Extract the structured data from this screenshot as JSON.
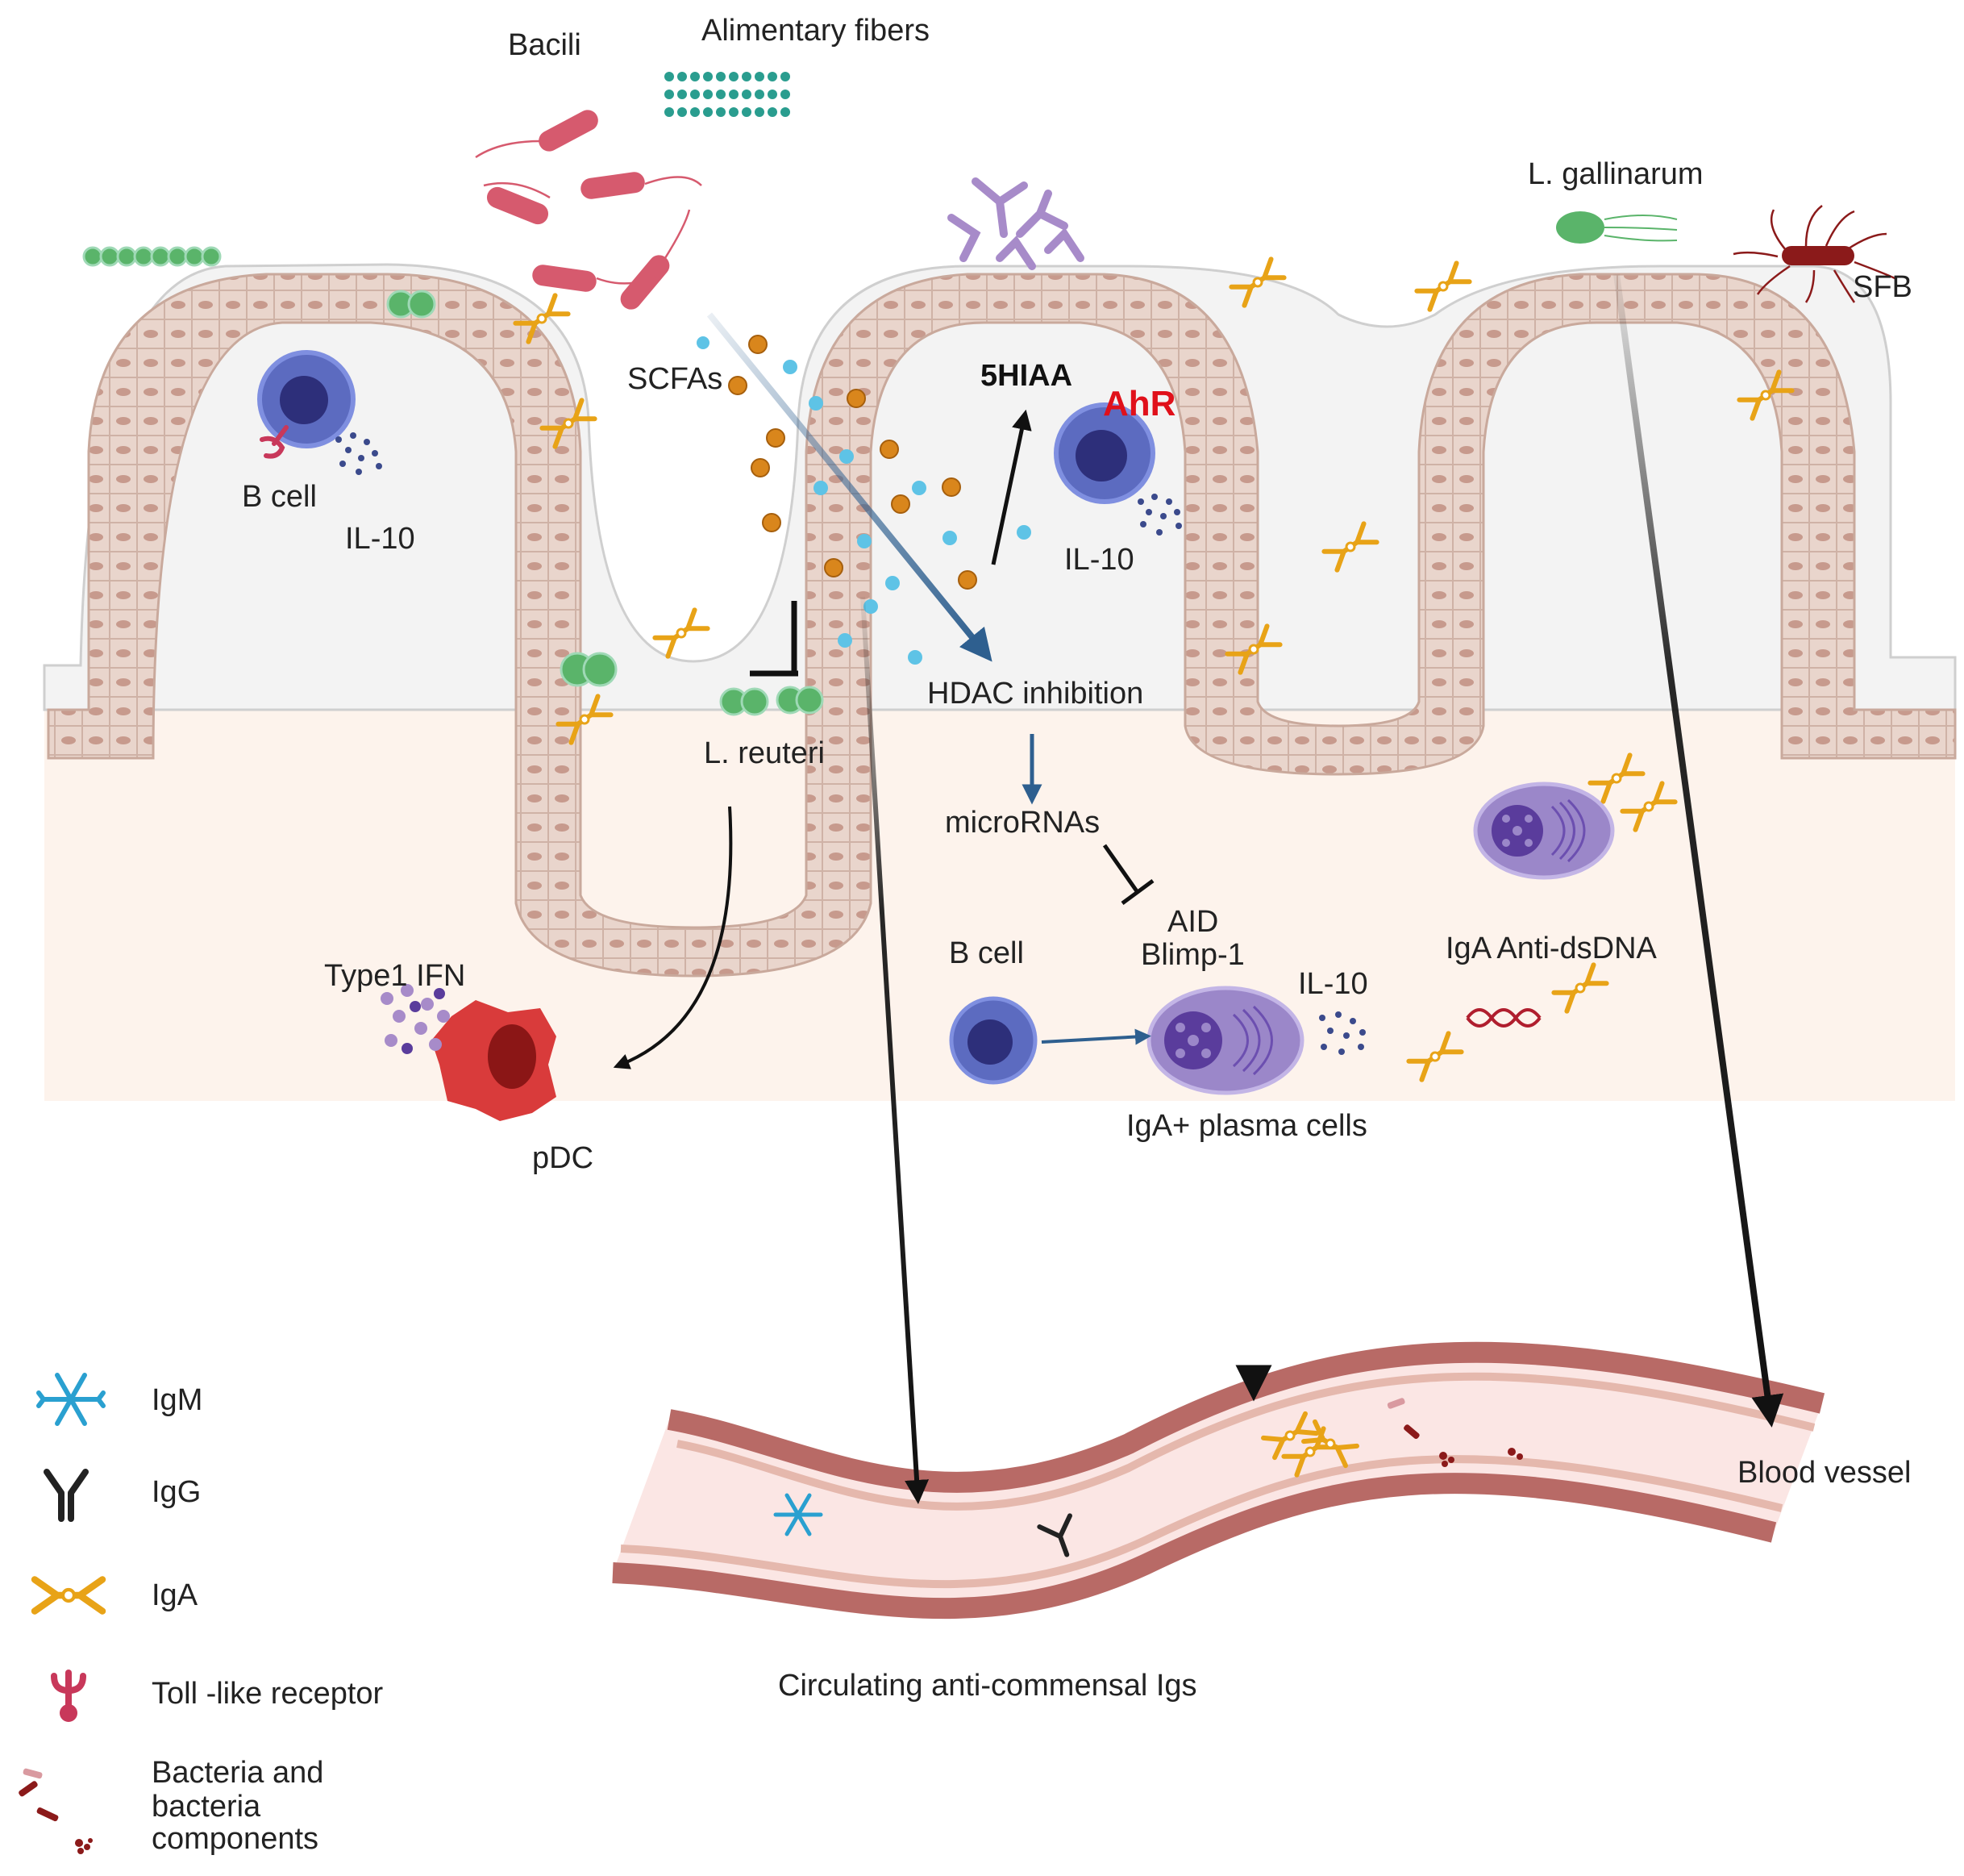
{
  "labels": {
    "bacili": "Bacili",
    "alimentary_fibers": "Alimentary fibers",
    "l_gallinarum": "L. gallinarum",
    "sfb": "SFB",
    "scfas": "SCFAs",
    "hiaa": "5HIAA",
    "ahr": "AhR",
    "b_cell_top": "B cell",
    "il10_left": "IL-10",
    "il10_mid": "IL-10",
    "il10_plasma": "IL-10",
    "hdac": "HDAC inhibition",
    "l_reuteri": "L. reuteri",
    "micrornas": "microRNAs",
    "aid": "AID",
    "blimp": "Blimp-1",
    "b_cell_bottom": "B cell",
    "iga_anti_dsdna": "IgA Anti-dsDNA",
    "type1_ifn": "Type1 IFN",
    "pdc": "pDC",
    "iga_plasma": "IgA+ plasma cells",
    "blood_vessel": "Blood vessel",
    "circulating": "Circulating anti-commensal Igs"
  },
  "legend": [
    {
      "icon": "igm-icon",
      "label": "IgM",
      "color": "#2aa0d0"
    },
    {
      "icon": "igg-icon",
      "label": "IgG",
      "color": "#222222"
    },
    {
      "icon": "iga-icon",
      "label": "IgA",
      "color": "#e8a317"
    },
    {
      "icon": "toll-like-receptor-icon",
      "label": "Toll -like receptor",
      "color": "#c8385a"
    },
    {
      "icon": "bacteria-components-icon",
      "label_lines": [
        "Bacteria and",
        "bacteria",
        "components"
      ],
      "color": "#8b1a1a"
    }
  ],
  "colors": {
    "epithelium": "#e9d5cc",
    "mucus": "#f2f2f2",
    "lamina": "#fdf3ec",
    "vessel_wall": "#b86a66",
    "vessel_inner": "#fbe6e4",
    "bacili": "#d65a6e",
    "b_cell": "#5c6bc0",
    "plasma_cell": "#9b87c9",
    "pdc": "#d93b3b",
    "green_bact": "#5ab46a",
    "iga": "#e8a317",
    "arrow_blue": "#2e5f8f"
  }
}
